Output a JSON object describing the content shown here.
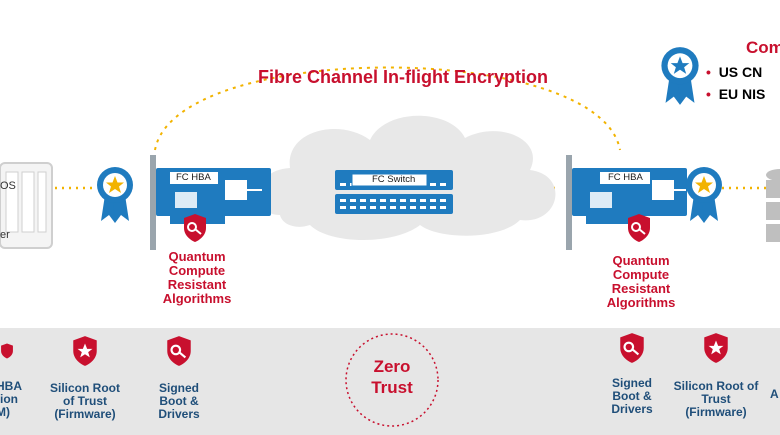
{
  "header": {
    "title": "Fibre Channel In-flight Encryption",
    "compliance_heading": "Com",
    "compliance_items": [
      "US CN",
      "EU NIS"
    ]
  },
  "left_host": {
    "label_top": "OS",
    "label_bottom": "er"
  },
  "hbas": {
    "left_label": "FC HBA",
    "right_label": "FC HBA"
  },
  "switch": {
    "label": "FC Switch"
  },
  "quantum": {
    "left_lines": [
      "Quantum",
      "Compute",
      "Resistant",
      "Algorithms"
    ],
    "right_lines": [
      "Quantum",
      "Compute",
      "Resistant",
      "Algorithms"
    ]
  },
  "bottom_band": {
    "items": [
      {
        "lines": [
          "HBA",
          "tion",
          "M)"
        ]
      },
      {
        "lines": [
          "Silicon Root",
          "of Trust",
          "(Firmware)"
        ]
      },
      {
        "lines": [
          "Signed",
          "Boot &",
          "Drivers"
        ]
      },
      {
        "lines": [
          "Signed",
          "Boot &",
          "Drivers"
        ]
      },
      {
        "lines": [
          "Silicon Root of",
          "Trust",
          "(Firmware)"
        ]
      },
      {
        "lines": [
          "A"
        ]
      }
    ],
    "center": [
      "Zero",
      "Trust"
    ]
  },
  "colors": {
    "accent_red": "#c8102e",
    "hba_blue": "#1f7bbf",
    "band_gray": "#e3e3e3",
    "dots_yellow": "#f2b300"
  }
}
